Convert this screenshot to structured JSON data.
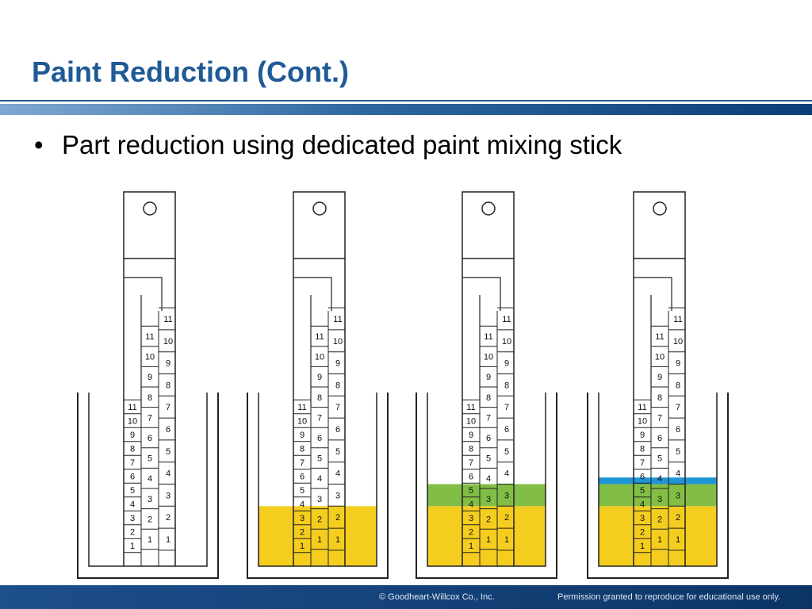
{
  "slide": {
    "title": "Paint Reduction (Cont.)",
    "bullets": [
      {
        "marker": "•",
        "text": "Part reduction using dedicated paint mixing stick"
      }
    ]
  },
  "figure": {
    "scale_labels": {
      "left": [
        "1",
        "2",
        "3",
        "4",
        "5",
        "6",
        "7",
        "8",
        "9",
        "10",
        "11"
      ],
      "middle": [
        "1",
        "2",
        "3",
        "4",
        "5",
        "6",
        "7",
        "8",
        "9",
        "10",
        "11"
      ],
      "right": [
        "1",
        "2",
        "3",
        "4",
        "5",
        "6",
        "7",
        "8",
        "9",
        "10",
        "11"
      ]
    },
    "colors": {
      "outline": "#222222",
      "paint_yellow": "#f5cd1f",
      "paint_green": "#82bd45",
      "paint_blue": "#1f95d6"
    },
    "panels": [
      {
        "stage": 1,
        "fill_layers": []
      },
      {
        "stage": 2,
        "fill_layers": [
          {
            "color": "paint_yellow",
            "to_mark": 2
          }
        ]
      },
      {
        "stage": 3,
        "fill_layers": [
          {
            "color": "paint_yellow",
            "to_mark": 2
          },
          {
            "color": "paint_green",
            "to_mark": 3
          }
        ]
      },
      {
        "stage": 4,
        "fill_layers": [
          {
            "color": "paint_yellow",
            "to_mark": 2
          },
          {
            "color": "paint_green",
            "to_mark": 3
          },
          {
            "color": "paint_blue",
            "to_mark": "3.3"
          }
        ]
      }
    ]
  },
  "footer": {
    "copyright": "© Goodheart-Willcox Co., Inc.",
    "permission": "Permission granted to reproduce for educational use only."
  }
}
